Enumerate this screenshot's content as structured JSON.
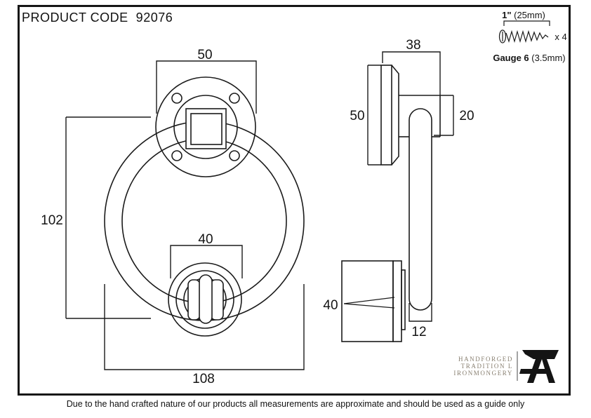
{
  "header": {
    "title": "PRODUCT CODE  92076"
  },
  "screw_panel": {
    "length_bold": "1\"",
    "length_rest": " (25mm)",
    "quantity": "x 4",
    "gauge_bold": "Gauge 6",
    "gauge_rest": " (3.5mm)"
  },
  "front_view": {
    "dim_width_top": "50",
    "dim_height_left": "102",
    "dim_striker_width": "40",
    "dim_overall_width": "108"
  },
  "side_view": {
    "dim_depth_top": "38",
    "dim_plate_height": "50",
    "dim_boss_height": "20",
    "dim_striker_height": "40",
    "dim_ring_thickness": "12"
  },
  "logo": {
    "line1": "HANDFORGED",
    "line2": "TRADITION L",
    "line3": "IRONMONGERY"
  },
  "footer": {
    "disclaimer": "Due to the hand crafted nature of our products all measurements are approximate and should be used as a guide only"
  },
  "colors": {
    "line": "#1b1b1b",
    "logo_text": "#877e6f",
    "anvil": "#141414"
  }
}
